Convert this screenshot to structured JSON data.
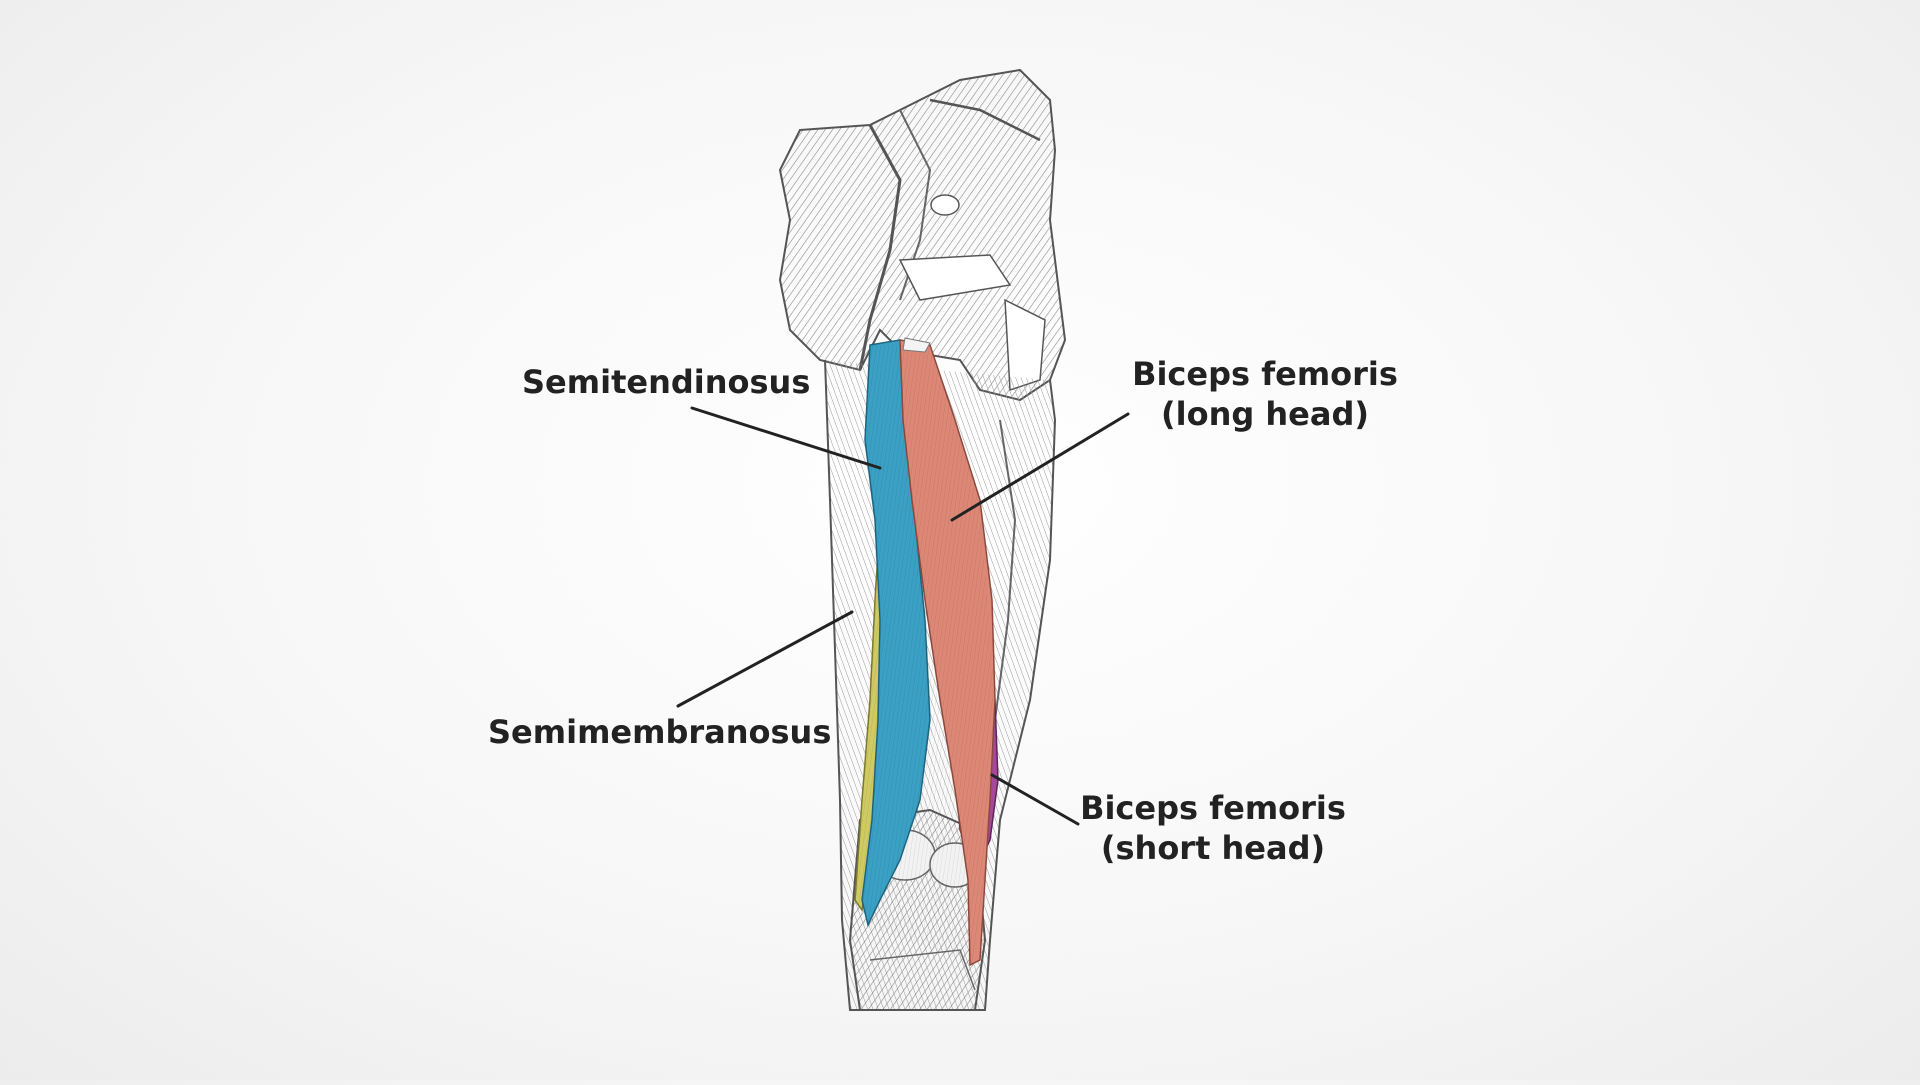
{
  "labels": {
    "semitendinosus": "Semitendinosus",
    "semimembranosus": "Semimembranosus",
    "biceps_long_line1": "Biceps femoris",
    "biceps_long_line2": "(long head)",
    "biceps_short_line1": "Biceps femoris",
    "biceps_short_line2": "(short head)"
  },
  "colors": {
    "semitendinosus": "#3aa0c4",
    "semimembranosus": "#cfcb62",
    "biceps_long": "#dd8877",
    "biceps_short": "#a5479a",
    "leader_line": "#222222",
    "sketch": "#555555"
  }
}
